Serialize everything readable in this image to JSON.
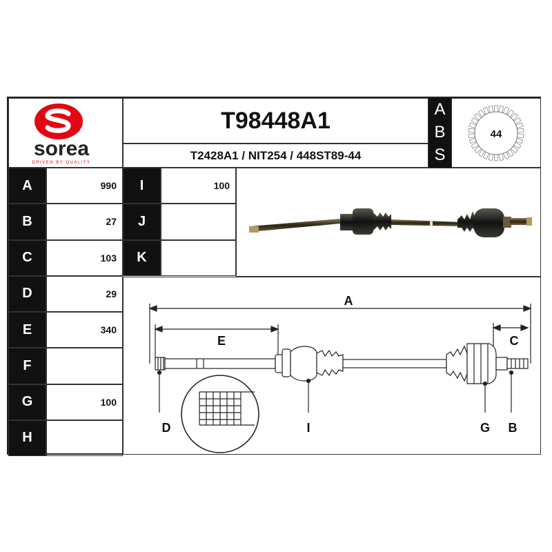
{
  "brand": {
    "name": "sorea",
    "tagline": "DRIVEN BY QUALITY",
    "logo_letter": "S",
    "color_red": "#e30613"
  },
  "header": {
    "part_number": "T98448A1",
    "cross_refs": "T2428A1 / NIT254 / 448ST89-44"
  },
  "abs": {
    "letters": [
      "A",
      "B",
      "S"
    ],
    "teeth": "44"
  },
  "dims_left": [
    {
      "label": "A",
      "value": "990"
    },
    {
      "label": "B",
      "value": "27"
    },
    {
      "label": "C",
      "value": "103"
    },
    {
      "label": "D",
      "value": "29"
    },
    {
      "label": "E",
      "value": "340"
    },
    {
      "label": "F",
      "value": ""
    },
    {
      "label": "G",
      "value": "100"
    },
    {
      "label": "H",
      "value": ""
    }
  ],
  "dims_right": [
    {
      "label": "I",
      "value": "100"
    },
    {
      "label": "J",
      "value": ""
    },
    {
      "label": "K",
      "value": ""
    }
  ],
  "diagram": {
    "labels": {
      "A": "A",
      "E": "E",
      "C": "C",
      "D": "D",
      "I": "I",
      "G": "G",
      "B": "B"
    }
  }
}
